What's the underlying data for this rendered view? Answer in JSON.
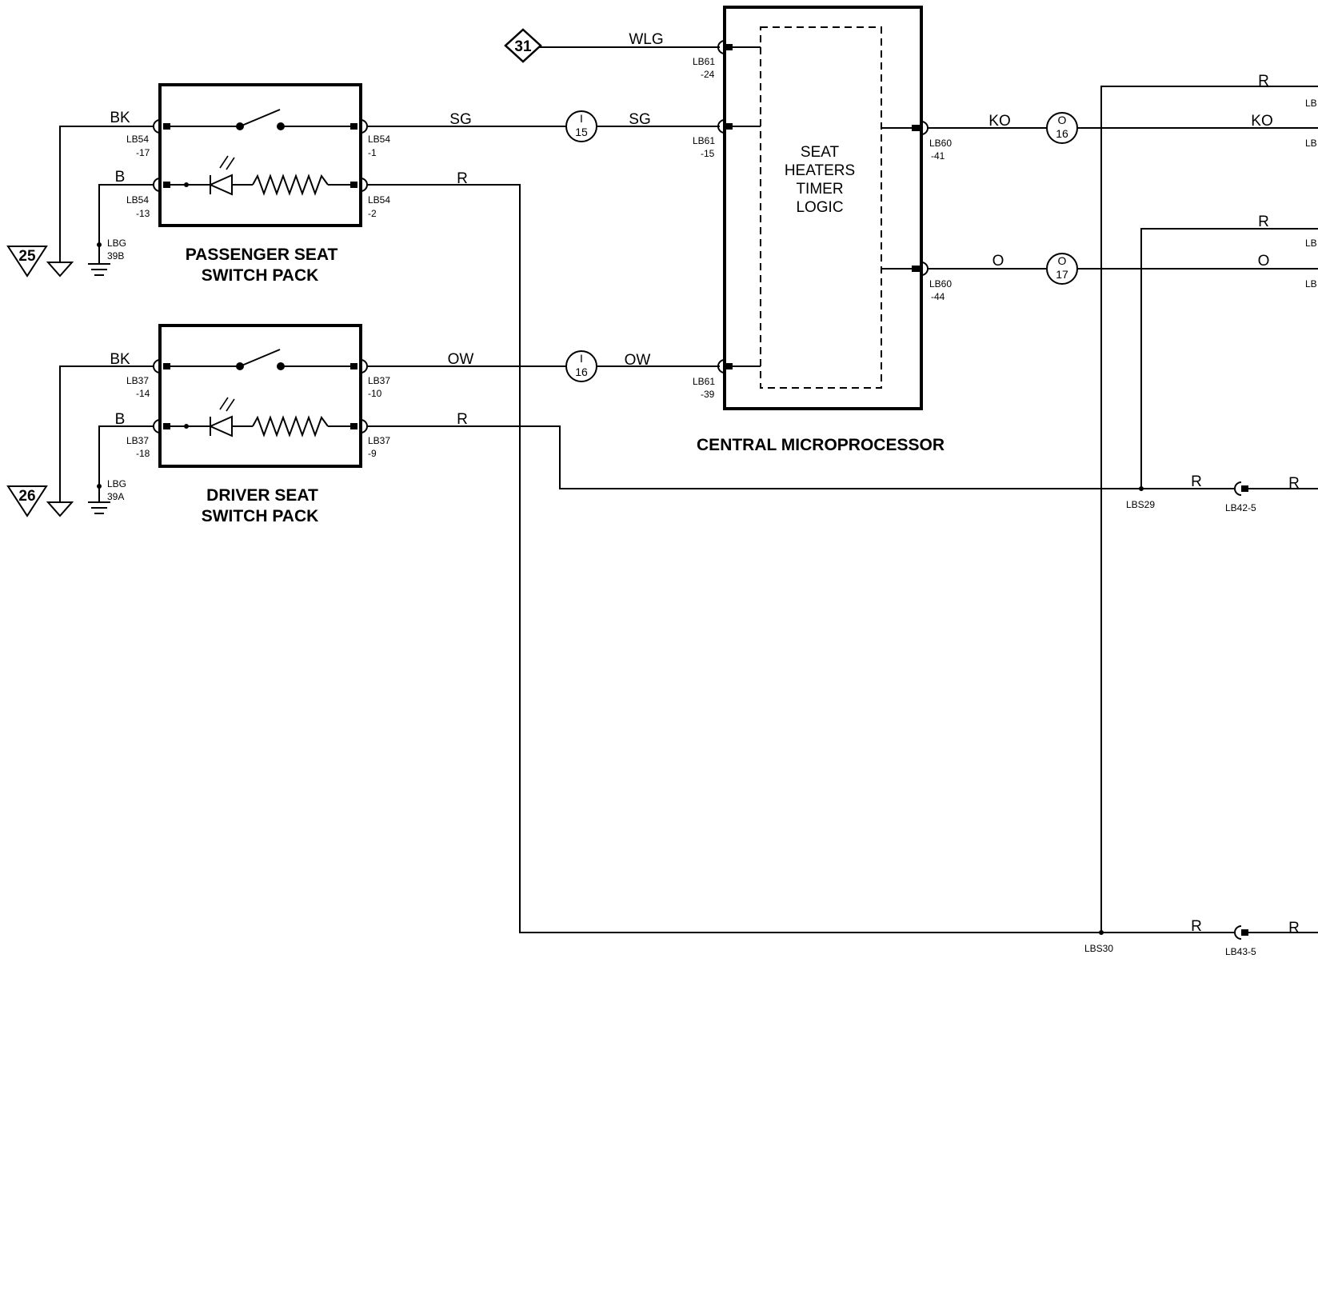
{
  "components": {
    "passenger_switch_pack": {
      "title_1": "PASSENGER SEAT",
      "title_2": "SWITCH PACK"
    },
    "driver_switch_pack": {
      "title_1": "DRIVER SEAT",
      "title_2": "SWITCH PACK"
    },
    "central_microprocessor": {
      "title": "CENTRAL MICROPROCESSOR",
      "logic_1": "SEAT",
      "logic_2": "HEATERS",
      "logic_3": "TIMER",
      "logic_4": "LOGIC"
    }
  },
  "wire_colors": {
    "bk_pass": "BK",
    "b_pass": "B",
    "sg_left": "SG",
    "sg_right": "SG",
    "r_pass": "R",
    "bk_drv": "BK",
    "b_drv": "B",
    "ow_left": "OW",
    "ow_right": "OW",
    "r_drv": "R",
    "wlg": "WLG",
    "ko_left": "KO",
    "ko_right": "KO",
    "o_left": "O",
    "o_right": "O",
    "r_top": "R",
    "r_mid": "R",
    "r_s29_left": "R",
    "r_s29_right": "R",
    "r_s30_left": "R",
    "r_s30_right": "R"
  },
  "pins": {
    "lb54_17_a": "LB54",
    "lb54_17_b": "-17",
    "lb54_13_a": "LB54",
    "lb54_13_b": "-13",
    "lb54_1_a": "LB54",
    "lb54_1_b": "-1",
    "lb54_2_a": "LB54",
    "lb54_2_b": "-2",
    "lbg39b_a": "LBG",
    "lbg39b_b": "39B",
    "lb37_14_a": "LB37",
    "lb37_14_b": "-14",
    "lb37_18_a": "LB37",
    "lb37_18_b": "-18",
    "lb37_10_a": "LB37",
    "lb37_10_b": "-10",
    "lb37_9_a": "LB37",
    "lb37_9_b": "-9",
    "lbg39a_a": "LBG",
    "lbg39a_b": "39A",
    "lb61_24_a": "LB61",
    "lb61_24_b": "-24",
    "lb61_15_a": "LB61",
    "lb61_15_b": "-15",
    "lb61_39_a": "LB61",
    "lb61_39_b": "-39",
    "lb60_41_a": "LB60",
    "lb60_41_b": "-41",
    "lb60_44_a": "LB60",
    "lb60_44_b": "-44",
    "lbs29": "LBS29",
    "lbs30": "LBS30",
    "lb42_5": "LB42-5",
    "lb43_5": "LB43-5",
    "edge_1": "LB",
    "edge_2": "LB",
    "edge_3": "LB",
    "edge_4": "LB"
  },
  "connectors": {
    "i15_a": "I",
    "i15_b": "15",
    "i16_a": "I",
    "i16_b": "16",
    "o16_a": "O",
    "o16_b": "16",
    "o17_a": "O",
    "o17_b": "17"
  },
  "references": {
    "ground_25": "25",
    "ground_26": "26",
    "diamond_31": "31"
  }
}
